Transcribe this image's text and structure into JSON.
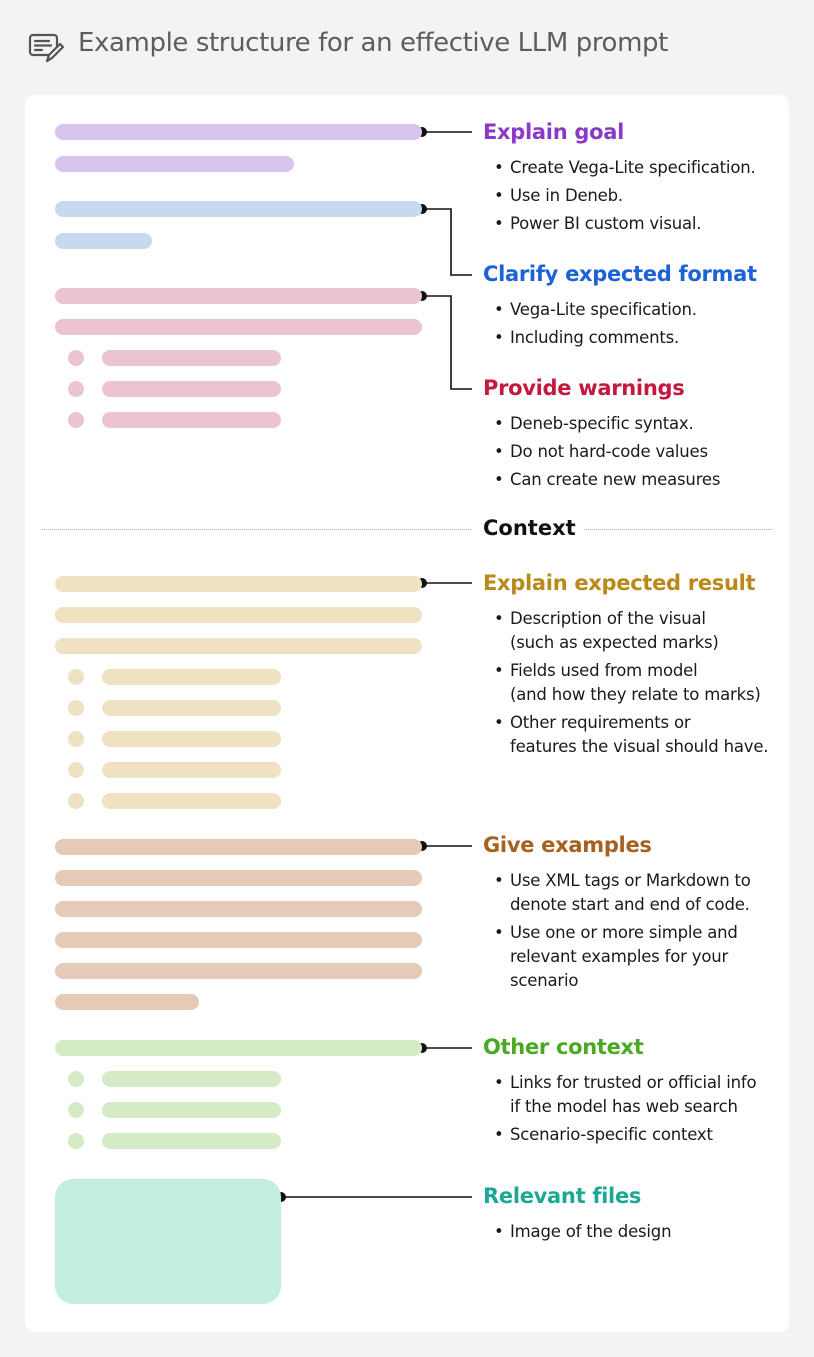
{
  "title": "Example structure for an effective LLM prompt",
  "header_icon": "prompt-document-pencil-icon",
  "context_label": "Context",
  "colors": {
    "goal_bar": "#d8c5ee",
    "goal_text": "#8a3ac7",
    "format_bar": "#c6d9ee",
    "format_text": "#1b62d6",
    "warning_bar": "#ecc4cf",
    "warning_text": "#c4183d",
    "result_bar": "#eee2c2",
    "result_text": "#b98a1b",
    "examples_bar": "#e6cab8",
    "examples_text": "#a8601f",
    "other_bar": "#d4ebc5",
    "other_text": "#4aa922",
    "files_box": "#c3ede1",
    "files_text": "#1ba994"
  },
  "sections": {
    "goal": {
      "heading": "Explain goal",
      "items": [
        "Create Vega-Lite specification.",
        "Use in Deneb.",
        "Power BI custom visual."
      ]
    },
    "format": {
      "heading": "Clarify expected format",
      "items": [
        "Vega-Lite specification.",
        "Including comments."
      ]
    },
    "warnings": {
      "heading": "Provide warnings",
      "items": [
        "Deneb-specific syntax.",
        "Do not hard-code values",
        "Can create new measures"
      ]
    },
    "result": {
      "heading": "Explain expected result",
      "items": [
        "Description of the visual\n(such as expected marks)",
        "Fields used from model\n(and how they relate to marks)",
        "Other requirements or\nfeatures the visual should have."
      ]
    },
    "examples": {
      "heading": "Give examples",
      "items": [
        "Use XML tags or Markdown to\ndenote start and end of code.",
        "Use one or more simple and\nrelevant examples for your\nscenario"
      ]
    },
    "other": {
      "heading": "Other context",
      "items": [
        "Links for trusted or official info\nif the model has web search",
        "Scenario-specific context"
      ]
    },
    "files": {
      "heading": "Relevant files",
      "items": [
        "Image of the design"
      ]
    }
  }
}
